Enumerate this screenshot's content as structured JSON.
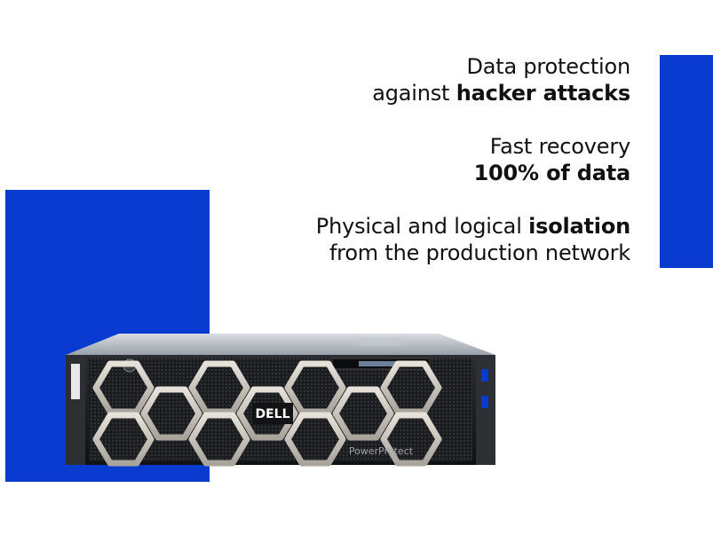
{
  "colors": {
    "accent": "#0a3bd1",
    "text": "#111111",
    "background": "#ffffff"
  },
  "features": [
    {
      "line1_regular": "Data protection",
      "line2_regular": "against ",
      "line2_bold": "hacker attacks"
    },
    {
      "line1_regular": "Fast recovery",
      "line2_bold": "100% of data"
    },
    {
      "line1_regular": "Physical and logical ",
      "line1_bold": "isolation",
      "line2_regular": "from the production network"
    }
  ],
  "server": {
    "brand_logo": "DELL",
    "model_label": "PowerProtect",
    "icon": "server-appliance-icon"
  }
}
